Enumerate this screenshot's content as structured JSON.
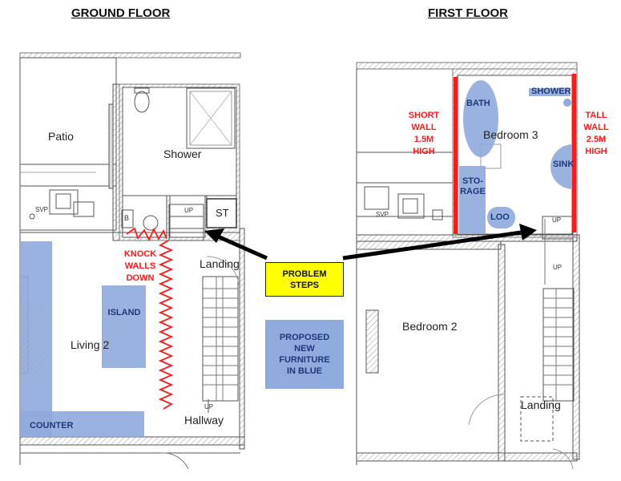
{
  "headers": {
    "ground": "GROUND FLOOR",
    "first": "FIRST FLOOR"
  },
  "ground_rooms": {
    "patio": "Patio",
    "shower": "Shower",
    "living": "Living 2",
    "landing": "Landing",
    "hallway": "Hallway",
    "st": "ST",
    "b": "B",
    "svp": "SVP",
    "up1": "UP",
    "up2": "UP"
  },
  "ground_furniture": {
    "island": "ISLAND",
    "counter": "COUNTER"
  },
  "knock_walls": [
    "KNOCK",
    "WALLS",
    "DOWN"
  ],
  "problem_steps": [
    "PROBLEM",
    "STEPS"
  ],
  "proposed": [
    "PROPOSED",
    "NEW",
    "FURNITURE",
    "IN BLUE"
  ],
  "first_rooms": {
    "bedroom3": "Bedroom 3",
    "bedroom2": "Bedroom 2",
    "landing": "Landing",
    "svp": "SVP",
    "up1": "UP",
    "up2": "UP"
  },
  "first_furniture": {
    "bath": "BATH",
    "shower": "SHOWER",
    "sink": "SINK",
    "storage": [
      "STO-",
      "RAGE"
    ],
    "loo": "LOO"
  },
  "short_wall": [
    "SHORT",
    "WALL",
    "1.5M",
    "HIGH"
  ],
  "tall_wall": [
    "TALL",
    "WALL",
    "2.5M",
    "HIGH"
  ],
  "colors": {
    "furniture": "#8faadc",
    "warning": "#ff1a1a",
    "problem": "#ffff00",
    "arrow": "#000000"
  }
}
